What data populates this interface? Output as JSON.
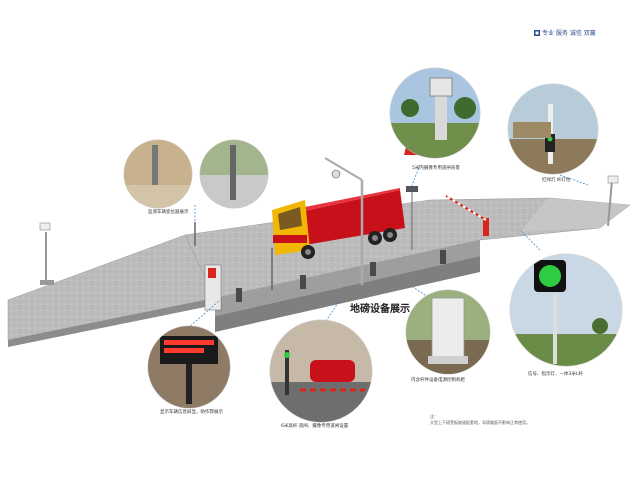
{
  "brand": {
    "tagline": "专业 服务 诚信 双赢",
    "color": "#2a4f8f"
  },
  "title": "地磅设备展示",
  "captions": {
    "dome_camera": "5米内摄像专用道闸背景",
    "traffic_light_photo": "红绿灯 杆灯柱",
    "ground_sensor": "监测车辆变位器展示",
    "led_screen": "显示车辆信息屏显，防作弊展示",
    "barrier_gate": "6米高杆 道闸、摄像专用道闸设置",
    "cabinet": "内含杆件设备电源控制机柜",
    "traffic_light_closeup": "信号、指示灯、一体3米L杆"
  },
  "note": {
    "line1": "注：",
    "line2": "大型上下磅受板坡道配套地，导磅路面不影响正常使用。"
  },
  "icons": {
    "truck": "dump-truck-icon",
    "traffic_light": "traffic-light-icon",
    "camera": "dome-camera-icon",
    "barrier": "barrier-gate-icon",
    "flag": "red-flag-icon"
  },
  "colors": {
    "truck_body": "#c8101a",
    "truck_cab": "#f2b705",
    "platform": "#bdbdbd",
    "barrier_red": "#d8261c",
    "signal_green": "#2ecc40"
  }
}
